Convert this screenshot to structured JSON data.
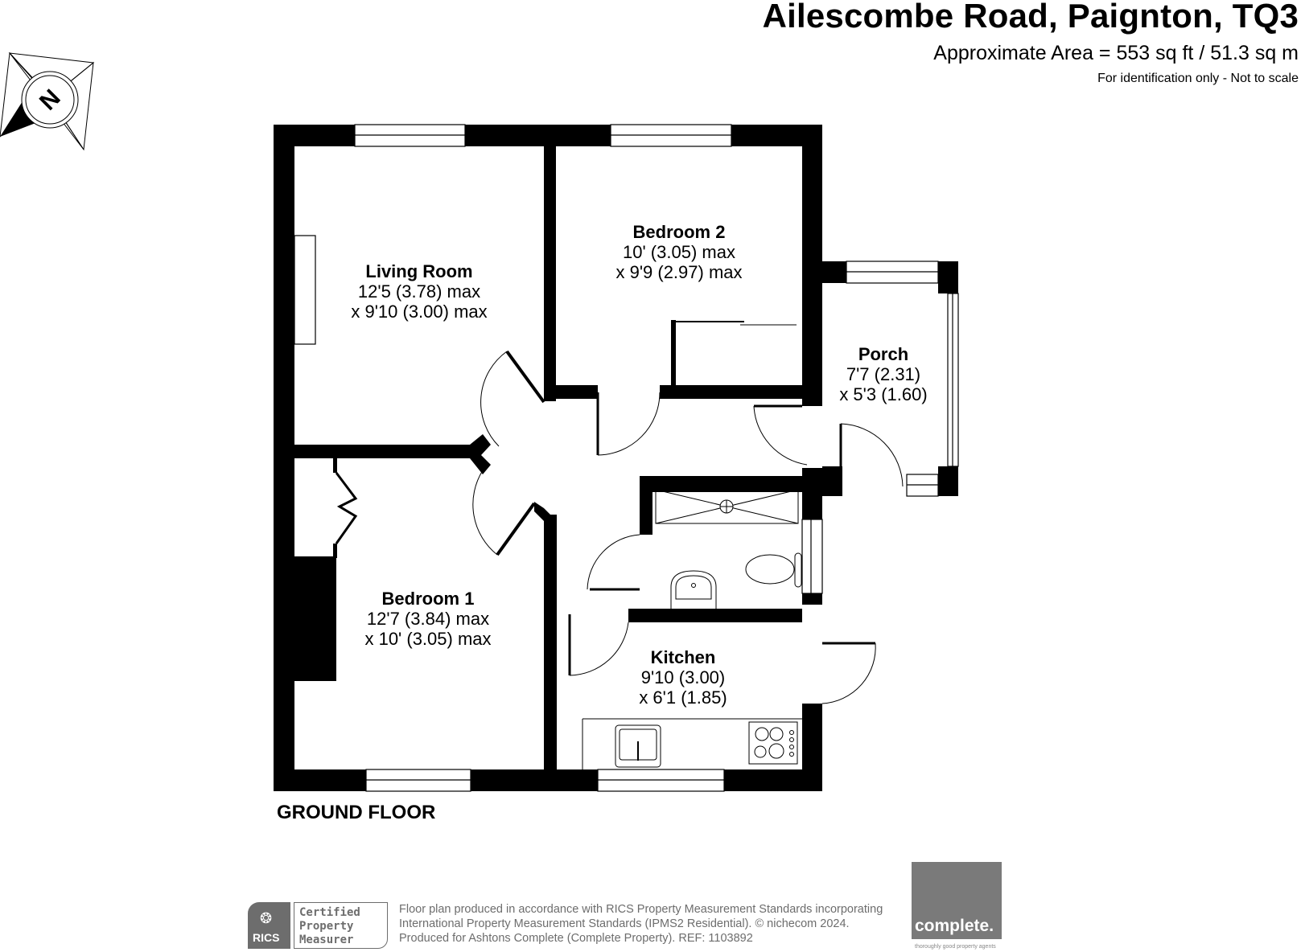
{
  "header": {
    "title": "Ailescombe Road, Paignton, TQ3",
    "area": "Approximate Area = 553 sq ft / 51.3 sq m",
    "disclaimer": "For identification only - Not to scale"
  },
  "compass": {
    "icon": "compass-north-icon",
    "letter": "N"
  },
  "floor": {
    "label": "GROUND FLOOR",
    "rooms": [
      {
        "name": "Living Room",
        "dim1": "12'5 (3.78) max",
        "dim2": "x 9'10 (3.00) max"
      },
      {
        "name": "Bedroom 2",
        "dim1": "10' (3.05) max",
        "dim2": "x 9'9 (2.97) max"
      },
      {
        "name": "Porch",
        "dim1": "7'7 (2.31)",
        "dim2": "x 5'3 (1.60)"
      },
      {
        "name": "Bedroom 1",
        "dim1": "12'7 (3.84) max",
        "dim2": "x 10' (3.05) max"
      },
      {
        "name": "Kitchen",
        "dim1": "9'10 (3.00)",
        "dim2": "x 6'1 (1.85)"
      }
    ],
    "fixtures": [
      "shower-tray-icon",
      "toilet-icon",
      "basin-icon",
      "kitchen-sink-icon",
      "hob-icon"
    ]
  },
  "footer": {
    "rics": {
      "logo_text": "RICS",
      "badge_lines": [
        "Certified",
        "Property",
        "Measurer"
      ]
    },
    "lines": [
      "Floor plan produced in accordance with RICS Property Measurement Standards incorporating",
      "International Property Measurement Standards (IPMS2 Residential).   © nichecom 2024.",
      "Produced for Ashtons Complete (Complete Property).   REF: 1103892"
    ],
    "agent": {
      "name": "complete.",
      "tagline": "thoroughly good property agents"
    }
  },
  "colors": {
    "wall": "#000000",
    "footer_grey": "#6d6d6d",
    "logo_grey": "#7a7a7a"
  }
}
